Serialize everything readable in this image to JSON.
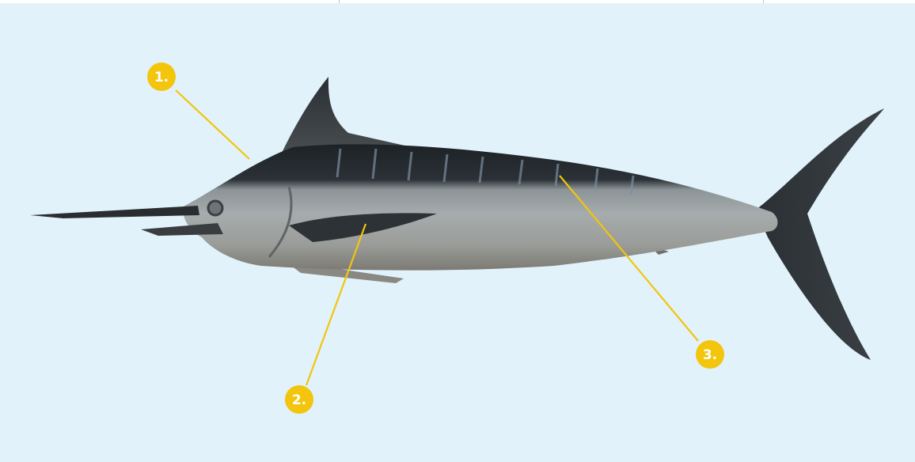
{
  "colors": {
    "background": "#e1f2fb",
    "callout": "#f3c50c",
    "callout_text": "#ffffff"
  },
  "callouts": [
    {
      "label": "1."
    },
    {
      "label": "2."
    },
    {
      "label": "3."
    }
  ]
}
